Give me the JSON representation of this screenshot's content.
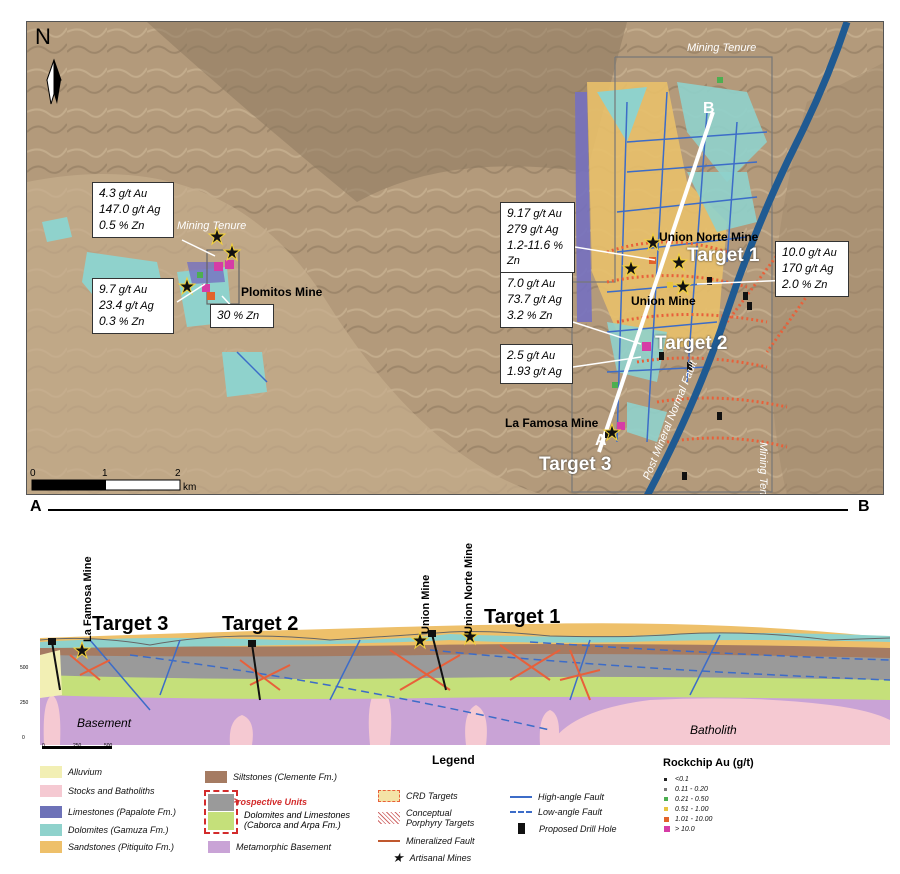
{
  "map": {
    "north_label": "N",
    "tenure_labels": [
      "Mining Tenure",
      "Mining Tenure",
      "Mining Tenure"
    ],
    "mines": {
      "plomitos": "Plomitos Mine",
      "union_norte": "Union Norte Mine",
      "union": "Union Mine",
      "la_famosa": "La Famosa Mine"
    },
    "targets": [
      "Target 1",
      "Target 2",
      "Target 3"
    ],
    "fault_label": "Post Mineral Normal Fault",
    "section_ends": {
      "a": "A",
      "b": "B"
    },
    "scale": {
      "ticks": [
        "0",
        "1",
        "2"
      ],
      "unit": "km"
    },
    "callouts": {
      "plomitos_upper": [
        {
          "value": "4.3",
          "unit": "g/t Au"
        },
        {
          "value": "147.0",
          "unit": "g/t Ag"
        },
        {
          "value": "0.5",
          "unit": "% Zn"
        }
      ],
      "plomitos_lower": [
        {
          "value": "9.7",
          "unit": "g/t Au"
        },
        {
          "value": "23.4",
          "unit": "g/t Ag"
        },
        {
          "value": "0.3",
          "unit": "% Zn"
        }
      ],
      "plomitos_zn": [
        {
          "value": "30",
          "unit": "% Zn"
        }
      ],
      "union_norte": [
        {
          "value": "9.17",
          "unit": "g/t Au"
        },
        {
          "value": "279",
          "unit": "g/t Ag"
        },
        {
          "value": "1.2-11.6",
          "unit": "% Zn"
        }
      ],
      "target2_upper": [
        {
          "value": "7.0",
          "unit": "g/t Au"
        },
        {
          "value": "73.7",
          "unit": "g/t Ag"
        },
        {
          "value": "3.2",
          "unit": "% Zn"
        }
      ],
      "target2_lower": [
        {
          "value": "2.5",
          "unit": "g/t Au"
        },
        {
          "value": "1.93",
          "unit": "g/t Ag"
        }
      ],
      "target1": [
        {
          "value": "10.0",
          "unit": "g/t Au"
        },
        {
          "value": "170",
          "unit": "g/t Ag"
        },
        {
          "value": "2.0",
          "unit": "% Zn"
        }
      ]
    }
  },
  "section": {
    "a_label": "A",
    "b_label": "B",
    "targets": [
      "Target 3",
      "Target 2",
      "Target 1"
    ],
    "mines": [
      "La Famosa Mine",
      "Union Mine",
      "Union Norte Mine"
    ],
    "basement_label": "Basement",
    "batholith_label": "Batholith",
    "scale_ticks": [
      "0",
      "250",
      "500"
    ],
    "vertical_ticks": [
      "0",
      "250",
      "500"
    ]
  },
  "legend": {
    "title": "Legend",
    "units": [
      {
        "label": "Alluvium",
        "color": "#f2efb4"
      },
      {
        "label": "Stocks and Batholiths",
        "color": "#f5c9d2"
      },
      {
        "label": "Limestones  (Papalote Fm.)",
        "color": "#6d72b8"
      },
      {
        "label": "Dolomites  (Gamuza Fm.)",
        "color": "#8fd2cc"
      },
      {
        "label": "Sandstones  (Pitiquito Fm.)",
        "color": "#eec06a"
      }
    ],
    "units2": [
      {
        "label": "Siltstones  (Clemente Fm.)",
        "color": "#a57b62"
      },
      {
        "label": "Dolomites and Limestones (Caborca and Arpa Fm.)",
        "color": "#9a9a9a"
      },
      {
        "label": "Metamorphic Basement",
        "color": "#c9a3d6"
      }
    ],
    "prospective_label": "Prospective Units",
    "symbols": [
      {
        "label": "CRD Targets"
      },
      {
        "label": "Conceptual Porphyry Targets"
      },
      {
        "label": "Mineralized Fault"
      },
      {
        "label": "Artisanal Mines"
      }
    ],
    "faults": [
      {
        "label": "High-angle Fault"
      },
      {
        "label": "Low-angle Fault"
      },
      {
        "label": "Proposed Drill Hole"
      }
    ],
    "rockchip": {
      "title": "Rockchip  Au (g/t)",
      "classes": [
        {
          "label": "<0.1",
          "color": "#222222"
        },
        {
          "label": "0.11 - 0.20",
          "color": "#7a7a7a"
        },
        {
          "label": "0.21 - 0.50",
          "color": "#4caf50"
        },
        {
          "label": "0.51 - 1.00",
          "color": "#e8c440"
        },
        {
          "label": "1.01 - 10.00",
          "color": "#e2632a"
        },
        {
          "label": "> 10.0",
          "color": "#d63ca6"
        }
      ]
    }
  }
}
